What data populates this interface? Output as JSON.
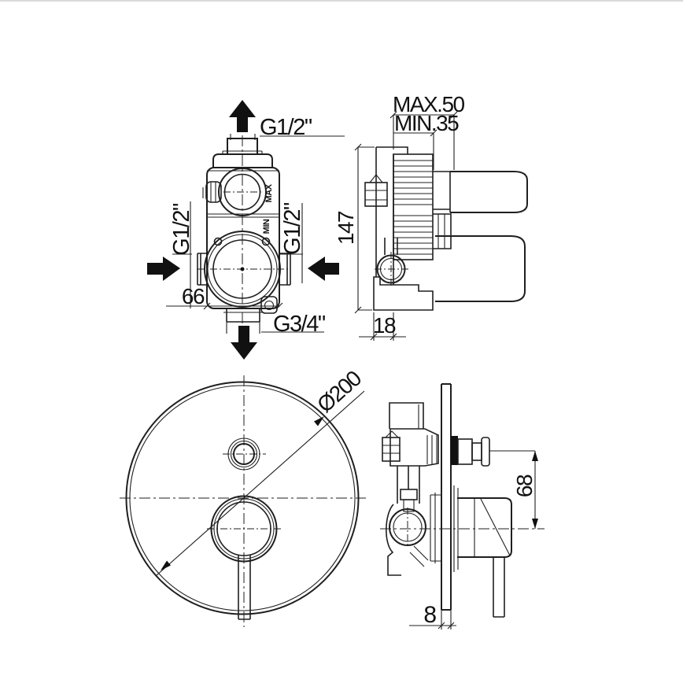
{
  "colors": {
    "line": "#1f1f1f",
    "background": "#ffffff",
    "arrow": "#111111"
  },
  "views": {
    "front": {
      "top_port": "G1/2\"",
      "left_port": "G1/2\"",
      "right_port": "G1/2\"",
      "bottom_port": "G3/4\"",
      "width": "66",
      "hot_marking": "MAX",
      "cold_marking": "MIN"
    },
    "side": {
      "height": "147",
      "depth_max": "MAX.50",
      "depth_min": "MIN.35",
      "inlet_depth": "18"
    },
    "plate": {
      "diameter": "Ø200"
    },
    "installed": {
      "diverter_offset": "68",
      "plate_thickness": "8"
    }
  }
}
